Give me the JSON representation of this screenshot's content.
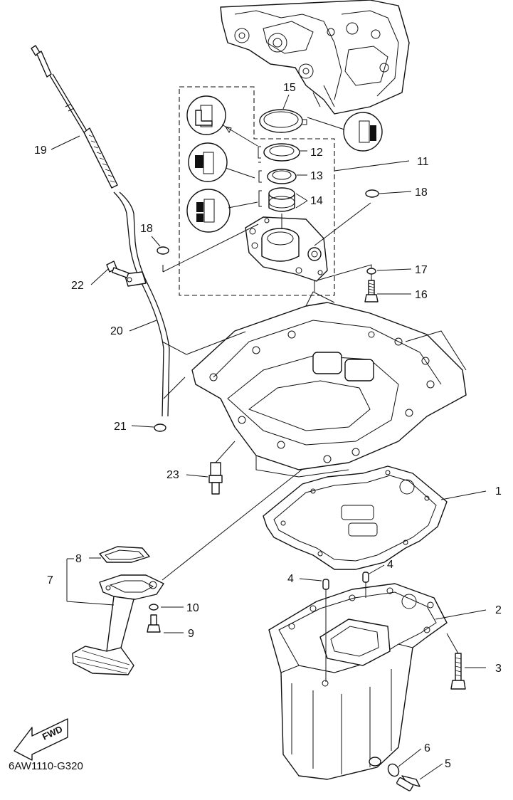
{
  "diagram_code": "6AW1110-G320",
  "direction_badge": "FWD",
  "callouts": [
    {
      "id": "c1",
      "text": "1"
    },
    {
      "id": "c2",
      "text": "2"
    },
    {
      "id": "c3",
      "text": "3"
    },
    {
      "id": "c4a",
      "text": "4"
    },
    {
      "id": "c4b",
      "text": "4"
    },
    {
      "id": "c5",
      "text": "5"
    },
    {
      "id": "c6",
      "text": "6"
    },
    {
      "id": "c7",
      "text": "7"
    },
    {
      "id": "c8",
      "text": "8"
    },
    {
      "id": "c9",
      "text": "9"
    },
    {
      "id": "c10",
      "text": "10"
    },
    {
      "id": "c11",
      "text": "11"
    },
    {
      "id": "c12",
      "text": "12"
    },
    {
      "id": "c13",
      "text": "13"
    },
    {
      "id": "c14",
      "text": "14"
    },
    {
      "id": "c15",
      "text": "15"
    },
    {
      "id": "c16",
      "text": "16"
    },
    {
      "id": "c17",
      "text": "17"
    },
    {
      "id": "c18a",
      "text": "18"
    },
    {
      "id": "c18b",
      "text": "18"
    },
    {
      "id": "c19",
      "text": "19"
    },
    {
      "id": "c20",
      "text": "20"
    },
    {
      "id": "c21",
      "text": "21"
    },
    {
      "id": "c22",
      "text": "22"
    },
    {
      "id": "c23",
      "text": "23"
    }
  ]
}
